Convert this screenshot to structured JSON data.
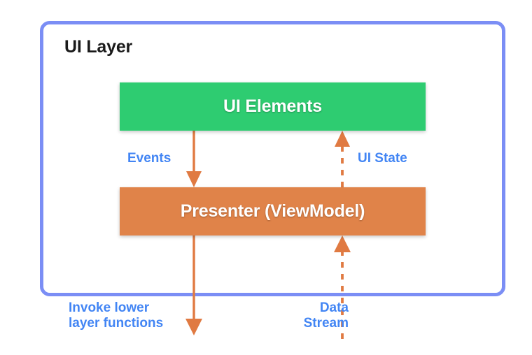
{
  "diagram": {
    "title": "UI Layer",
    "nodes": [
      {
        "id": "ui-elements",
        "label": "UI Elements",
        "color": "#2ecc71"
      },
      {
        "id": "presenter",
        "label": "Presenter (ViewModel)",
        "color": "#e08349"
      }
    ],
    "connectors": [
      {
        "id": "events",
        "label": "Events",
        "style": "solid",
        "direction": "down",
        "from": "ui-elements",
        "to": "presenter"
      },
      {
        "id": "ui-state",
        "label": "UI State",
        "style": "dashed",
        "direction": "up",
        "from": "presenter",
        "to": "ui-elements"
      },
      {
        "id": "invoke-lower",
        "label": "Invoke lower\nlayer functions",
        "style": "solid",
        "direction": "down",
        "from": "presenter",
        "to": "lower-layer"
      },
      {
        "id": "data-stream",
        "label": "Data\nStream",
        "style": "dashed",
        "direction": "up",
        "from": "lower-layer",
        "to": "presenter"
      }
    ],
    "colors": {
      "layer_border": "#7b8ef5",
      "green": "#2ecc71",
      "orange": "#e08349",
      "arrow": "#e07a42",
      "label_blue": "#4285f4",
      "title_text": "#1a1a1a",
      "node_text": "#ffffff",
      "background": "#ffffff"
    }
  }
}
